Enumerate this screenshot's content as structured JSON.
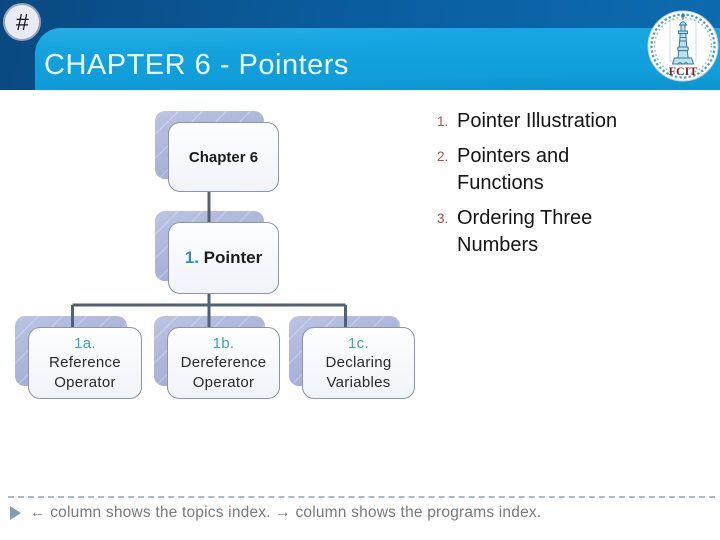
{
  "slide": {
    "badge": "#",
    "title": "CHAPTER 6 - Pointers",
    "logo_text": "FCIT"
  },
  "org_chart": {
    "type": "tree",
    "root": {
      "label": "Chapter 6"
    },
    "level2": {
      "number": "1.",
      "label": "Pointer"
    },
    "children": [
      {
        "number": "1a.",
        "label": "Reference Operator"
      },
      {
        "number": "1b.",
        "label": "Dereference Operator"
      },
      {
        "number": "1c.",
        "label": "Declaring Variables"
      }
    ]
  },
  "topics_list": {
    "items": [
      {
        "number": "1.",
        "label": "Pointer Illustration"
      },
      {
        "number": "2.",
        "label": "Pointers and Functions"
      },
      {
        "number": "3.",
        "label": "Ordering Three Numbers"
      }
    ]
  },
  "footer": {
    "note": "← column shows the topics index.  → column shows the programs index."
  },
  "colors": {
    "header_navy": "#0A5A9C",
    "header_band": "#14A3DE",
    "title_text": "#ECFAFF",
    "shadow_box": "#A8B1D7",
    "connector": "#516175",
    "node_number_teal": "#2E93B0",
    "list_number": "#A3524B",
    "footer_text": "#7A7A7A",
    "logo_maroon": "#7E1F2E"
  }
}
